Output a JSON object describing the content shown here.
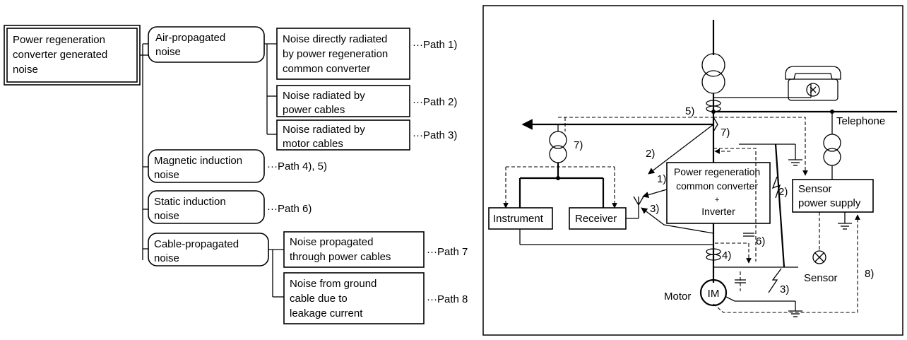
{
  "tree": {
    "root": [
      "Power regeneration",
      "converter generated",
      "noise"
    ],
    "air": [
      "Air-propagated",
      "noise"
    ],
    "air_direct": [
      "Noise directly radiated",
      "by power regeneration",
      "common converter"
    ],
    "air_direct_path": "···Path 1)",
    "air_power": [
      "Noise radiated by",
      "power cables"
    ],
    "air_power_path": "···Path 2)",
    "air_motor": [
      "Noise radiated by",
      "motor cables"
    ],
    "air_motor_path": "···Path 3)",
    "magnetic": [
      "Magnetic induction",
      "noise"
    ],
    "magnetic_path": "···Path 4), 5)",
    "static": [
      "Static induction",
      "noise"
    ],
    "static_path": "···Path 6)",
    "cable": [
      "Cable-propagated",
      "noise"
    ],
    "cable_power": [
      "Noise propagated",
      "through power cables"
    ],
    "cable_power_path": "···Path 7",
    "cable_ground": [
      "Noise from ground",
      "cable due to",
      "leakage current"
    ],
    "cable_ground_path": "···Path 8"
  },
  "diagram": {
    "converter_box": [
      "Power regeneration",
      "common converter",
      "+",
      "Inverter"
    ],
    "sensor_ps": [
      "Sensor",
      "power supply"
    ],
    "instrument": "Instrument",
    "receiver": "Receiver",
    "telephone": "Telephone",
    "sensor": "Sensor",
    "motor": "Motor",
    "motor_symbol": "IM",
    "path_labels": {
      "p1": "1)",
      "p2a": "2)",
      "p2b": "2)",
      "p3a": "3)",
      "p3b": "3)",
      "p4": "4)",
      "p5": "5)",
      "p6": "6)",
      "p7a": "7)",
      "p7b": "7)",
      "p8": "8)"
    }
  }
}
